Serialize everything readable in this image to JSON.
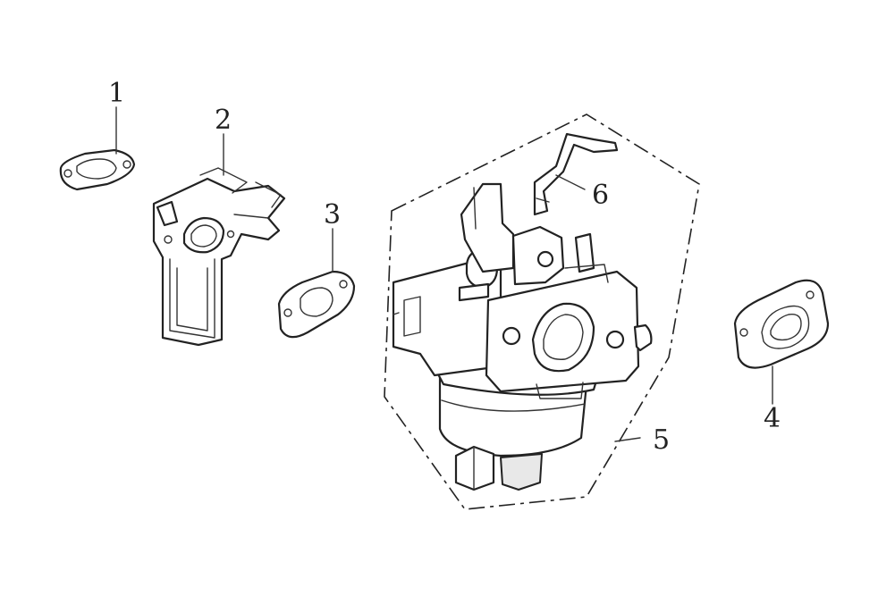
{
  "callouts": {
    "c1": "1",
    "c2": "2",
    "c3": "3",
    "c4": "4",
    "c5": "5",
    "c6": "6"
  },
  "colors": {
    "line": "#222222",
    "background": "#ffffff"
  }
}
